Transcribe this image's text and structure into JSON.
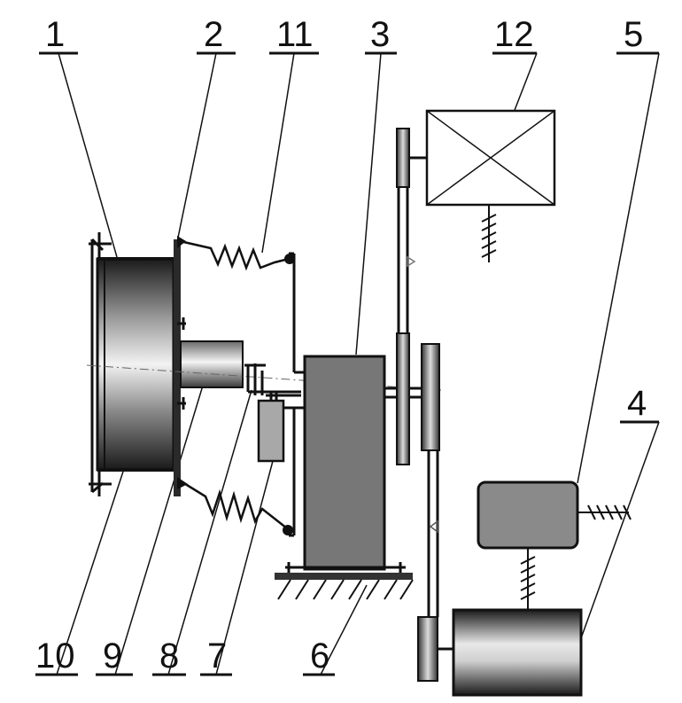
{
  "labels": {
    "l1": "1",
    "l2": "2",
    "l3": "3",
    "l4": "4",
    "l5": "5",
    "l6": "6",
    "l7": "7",
    "l8": "8",
    "l9": "9",
    "l10": "10",
    "l11": "11",
    "l12": "12"
  },
  "icons": {
    "motor": "electric-motor-icon",
    "reducer": "gearbox-icon",
    "load": "load-block-icon",
    "spring": "spring-icon",
    "ground": "ground-hatch-icon"
  }
}
